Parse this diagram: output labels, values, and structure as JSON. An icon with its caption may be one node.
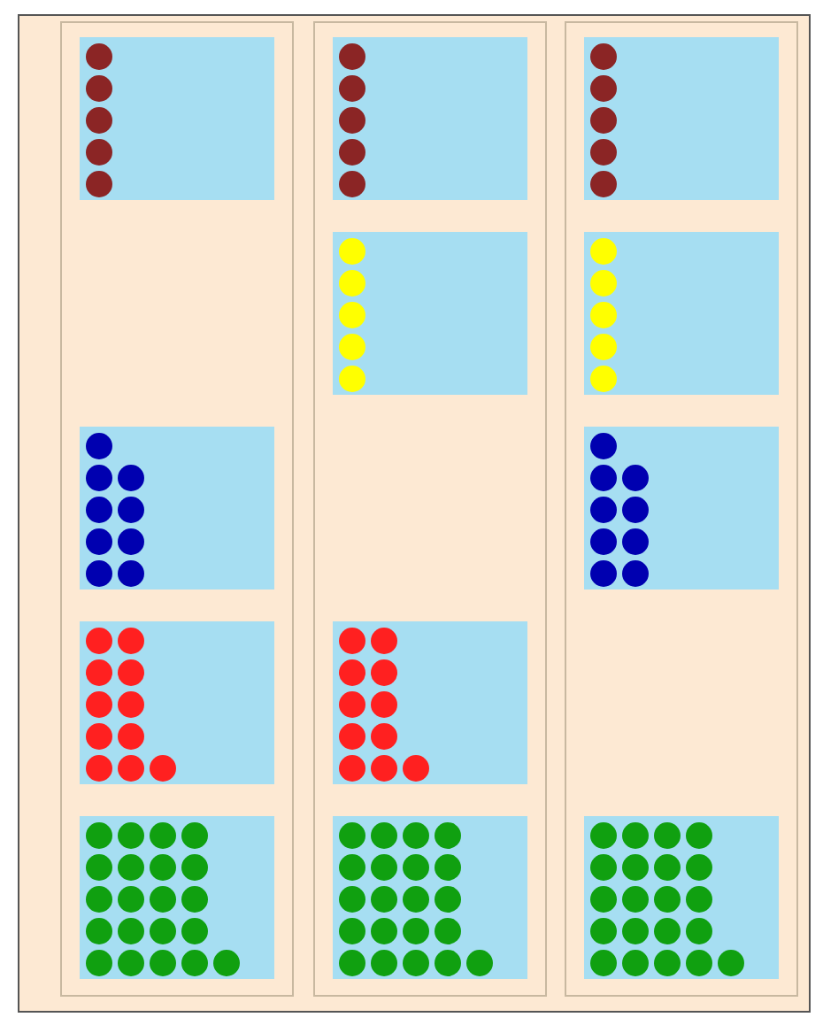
{
  "diagram": {
    "nodes": [
      {
        "text": [],
        "shape": "box"
      },
      {
        "text": [],
        "shape": "box",
        "in": 0
      },
      {
        "text": [],
        "shape": "box",
        "in": 0
      },
      {
        "text": [],
        "shape": "box",
        "in": 0
      },
      {
        "text": [],
        "shape": "box",
        "in": 0
      },
      {
        "text": [],
        "shape": "box"
      },
      {
        "text": [],
        "shape": "box",
        "in": 5
      },
      {
        "text": [],
        "shape": "box",
        "in": 5
      },
      {
        "text": [],
        "shape": "box",
        "in": 5
      },
      {
        "text": [],
        "shape": "box",
        "in": 5
      },
      {
        "text": [],
        "shape": "box"
      },
      {
        "text": [],
        "shape": "box",
        "in": 10
      },
      {
        "text": [],
        "shape": "box",
        "in": 10
      },
      {
        "text": [],
        "shape": "box",
        "in": 10
      },
      {
        "text": [],
        "shape": "box",
        "in": 10
      }
    ]
  }
}
